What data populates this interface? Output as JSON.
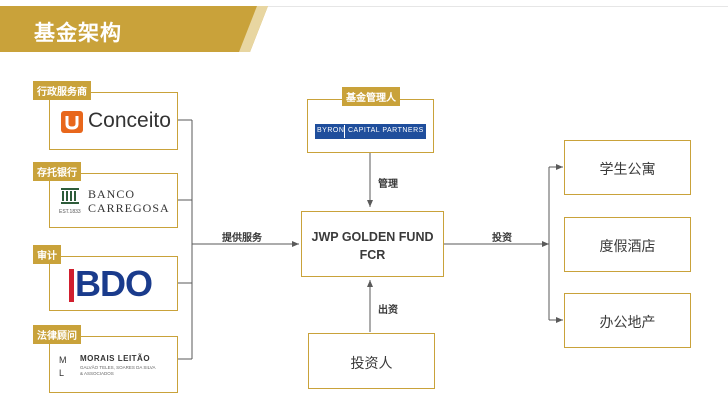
{
  "header": {
    "title": "基金架构"
  },
  "providers": [
    {
      "tag": "行政服务商",
      "logo_text": "Conceito"
    },
    {
      "tag": "存托银行",
      "logo_line1": "BANCO",
      "logo_line2": "CARREGOSA",
      "logo_small": "EST.1833"
    },
    {
      "tag": "审计",
      "logo_text": "BDO"
    },
    {
      "tag": "法律顾问",
      "logo_line1": "MORAIS LEITÃO",
      "logo_line2": "GALVÃO TELES, SOARES DA SILVA",
      "logo_line3": "& ASSOCIADOS",
      "logo_mark": "M L"
    }
  ],
  "manager": {
    "tag": "基金管理人",
    "logo_left": "BYRON",
    "logo_right": "CAPITAL PARTNERS"
  },
  "fund": {
    "line1": "JWP GOLDEN FUND",
    "line2": "FCR"
  },
  "investor": {
    "label": "投资人"
  },
  "edges": {
    "provide": "提供服务",
    "manage": "管理",
    "invest_in": "出资",
    "invest_out": "投资"
  },
  "targets": [
    "学生公寓",
    "度假酒店",
    "办公地产"
  ],
  "colors": {
    "gold": "#c9a23a",
    "line": "#5a5a5a",
    "conceito_orange": "#e8671c",
    "bdo_blue": "#1a3b8c",
    "bdo_red": "#d11f2e",
    "byron_blue": "#1f4e9c"
  }
}
